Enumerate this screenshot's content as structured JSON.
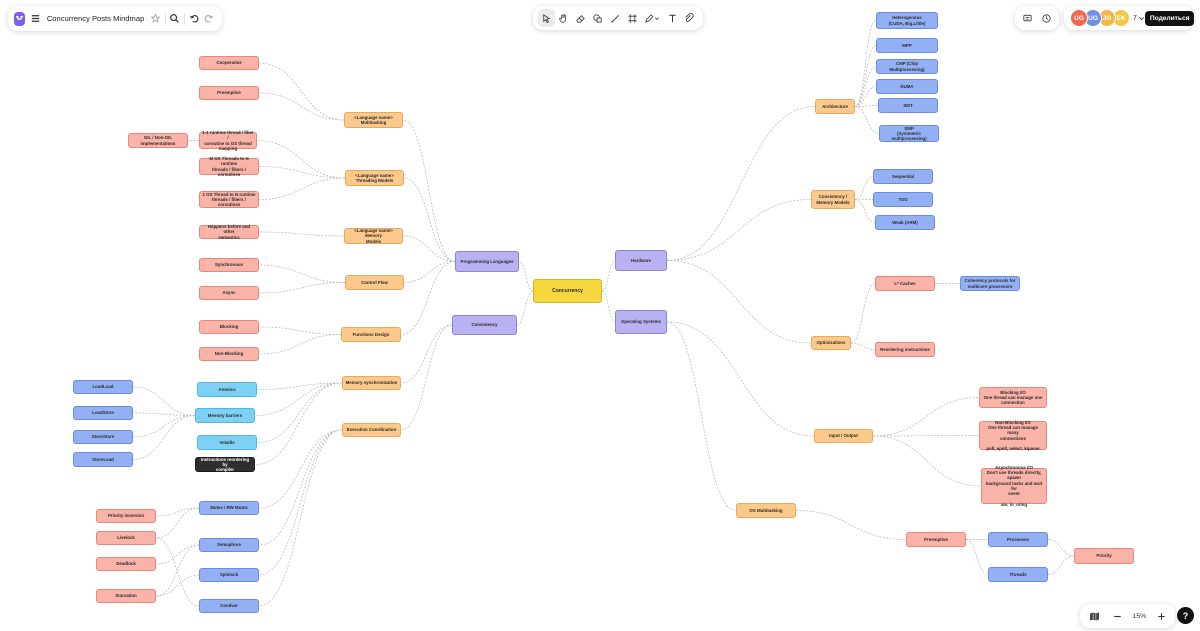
{
  "title": "Concurrency Posts Mindmap",
  "zoom": "15%",
  "share_label": "Поделиться",
  "collaborators": [
    {
      "initials": "UG",
      "color": "#ef6a4b"
    },
    {
      "initials": "UG",
      "color": "#6f8fe8"
    },
    {
      "initials": "JG",
      "color": "#f7b64a"
    },
    {
      "initials": "EK",
      "color": "#f2c744"
    }
  ],
  "collaborator_count": "7",
  "toolbar_icons": [
    "pointer-icon",
    "hand-icon",
    "eraser-icon",
    "shapes-icon",
    "line-icon",
    "frame-icon",
    "pen-icon",
    "text-icon",
    "sticker-icon"
  ],
  "colors": {
    "pink": "#f9b3a8",
    "orange": "#fcc98c",
    "purple": "#b8b2f3",
    "blue": "#93b0f4",
    "yellow": "#f7d740",
    "cyan": "#7fd1f4",
    "dark": "#2e2e2e",
    "edge": "#b5b5b5"
  },
  "nodes": [
    {
      "id": "concurrency",
      "label": "Concurrency",
      "style": "yellow"
    },
    {
      "id": "prog",
      "label": "Programming Languages",
      "style": "purple"
    },
    {
      "id": "consistency",
      "label": "Consistency",
      "style": "purple"
    },
    {
      "id": "hardware",
      "label": "Hardware",
      "style": "purple"
    },
    {
      "id": "os",
      "label": "Operating Systems",
      "style": "purple"
    },
    {
      "id": "multitasking",
      "label": "<Language name>\nMultitasking",
      "style": "orange"
    },
    {
      "id": "threading",
      "label": "<Language name>\nThreading Models",
      "style": "orange"
    },
    {
      "id": "memmodels",
      "label": "<Language name> Memory\nModels",
      "style": "orange"
    },
    {
      "id": "controlflow",
      "label": "Control Flow",
      "style": "orange"
    },
    {
      "id": "functions",
      "label": "Functions Design",
      "style": "orange"
    },
    {
      "id": "memsync",
      "label": "Memory synchronization",
      "style": "orange"
    },
    {
      "id": "execcoord",
      "label": "Execution Coordination",
      "style": "orange"
    },
    {
      "id": "cooperative",
      "label": "Cooperative",
      "style": "pink"
    },
    {
      "id": "preemptive",
      "label": "Preemptive",
      "style": "pink"
    },
    {
      "id": "gil",
      "label": "GIL / Non-GIL\nimplementations",
      "style": "pink"
    },
    {
      "id": "one2one",
      "label": "1-1 runtime thread / fiber /\ncoroutine to OS thread\nmapping",
      "style": "pink"
    },
    {
      "id": "mton",
      "label": "M OS Threads to N runtime\nthreads / fibers /\ncoroutines",
      "style": "pink"
    },
    {
      "id": "oneton",
      "label": "1 OS Thread to N runtime\nthreads / fibers /\ncoroutines",
      "style": "pink"
    },
    {
      "id": "happens",
      "label": "Happens before and other\nsemantics",
      "style": "pink"
    },
    {
      "id": "sync",
      "label": "Synchronous",
      "style": "pink"
    },
    {
      "id": "async",
      "label": "Async",
      "style": "pink"
    },
    {
      "id": "blocking",
      "label": "Blocking",
      "style": "pink"
    },
    {
      "id": "nonblocking",
      "label": "Non-Blocking",
      "style": "pink"
    },
    {
      "id": "atomics",
      "label": "Atomics",
      "style": "cyan"
    },
    {
      "id": "barriers",
      "label": "Memory barriers",
      "style": "cyan"
    },
    {
      "id": "volatile",
      "label": "Volatile",
      "style": "cyan"
    },
    {
      "id": "reorder",
      "label": "Instructions reordering by\ncompiler",
      "style": "dark"
    },
    {
      "id": "loadload",
      "label": "LoadLoad",
      "style": "blue"
    },
    {
      "id": "loadstore",
      "label": "LoadStore",
      "style": "blue"
    },
    {
      "id": "storestore",
      "label": "StoreStore",
      "style": "blue"
    },
    {
      "id": "storeload",
      "label": "StoreLoad",
      "style": "blue"
    },
    {
      "id": "mutex",
      "label": "Mutex / RW Mutex",
      "style": "blue"
    },
    {
      "id": "semaphore",
      "label": "Semaphore",
      "style": "blue"
    },
    {
      "id": "spinlock",
      "label": "Spinlock",
      "style": "blue"
    },
    {
      "id": "condvar",
      "label": "Condvar",
      "style": "blue"
    },
    {
      "id": "prioinv",
      "label": "Priority inversion",
      "style": "pink"
    },
    {
      "id": "livelock",
      "label": "Livelock",
      "style": "pink"
    },
    {
      "id": "deadlock",
      "label": "Deadlock",
      "style": "pink"
    },
    {
      "id": "starvation",
      "label": "Starvation",
      "style": "pink"
    },
    {
      "id": "architecture",
      "label": "Architecture",
      "style": "orange"
    },
    {
      "id": "hetero",
      "label": "Heterogenous\n(CUDA, Big.Little)",
      "style": "blue"
    },
    {
      "id": "mpp",
      "label": "MPP",
      "style": "blue"
    },
    {
      "id": "cmp",
      "label": "CMP (Chip\nMultiprocessing)",
      "style": "blue"
    },
    {
      "id": "numa",
      "label": "NUMA",
      "style": "blue"
    },
    {
      "id": "smt",
      "label": "SMT",
      "style": "blue"
    },
    {
      "id": "smp",
      "label": "SMP\n(Symmetric\nmultiprocessing)",
      "style": "blue"
    },
    {
      "id": "cmm",
      "label": "Consistency /\nMemory Models",
      "style": "orange"
    },
    {
      "id": "sequential",
      "label": "Sequential",
      "style": "blue"
    },
    {
      "id": "tso",
      "label": "TSO",
      "style": "blue"
    },
    {
      "id": "weak",
      "label": "Weak (ARM)",
      "style": "blue"
    },
    {
      "id": "optimizations",
      "label": "Optimizations",
      "style": "orange"
    },
    {
      "id": "caches",
      "label": "L* Caches",
      "style": "pink"
    },
    {
      "id": "coherency",
      "label": "Coherency protocols for\nmulticore processors",
      "style": "blue"
    },
    {
      "id": "reordering",
      "label": "Reordering instructions",
      "style": "pink"
    },
    {
      "id": "io",
      "label": "Input / Output",
      "style": "orange"
    },
    {
      "id": "blockingio",
      "label": "Blocking I/O\nOne thread can manage one\nconnection",
      "style": "pink"
    },
    {
      "id": "nonblockingio",
      "label": "Non-Blocking I/O\nOne thread can manage many\nconnections\n\npoll, epoll, select, kqueue",
      "style": "pink"
    },
    {
      "id": "asyncio",
      "label": "Asynchronous I/O\nDon't use threads directly, spawn\nbackground tasks and wait for\nevent\n\naio, io_uring",
      "style": "pink"
    },
    {
      "id": "osmulti",
      "label": "OS Multitasking",
      "style": "orange"
    },
    {
      "id": "ospreempt",
      "label": "Preemptive",
      "style": "pink"
    },
    {
      "id": "processes",
      "label": "Processes",
      "style": "blue"
    },
    {
      "id": "threads",
      "label": "Threads",
      "style": "blue"
    },
    {
      "id": "priority",
      "label": "Priority",
      "style": "pink"
    }
  ],
  "edges": [
    [
      "concurrency",
      "prog"
    ],
    [
      "concurrency",
      "consistency"
    ],
    [
      "concurrency",
      "hardware"
    ],
    [
      "concurrency",
      "os"
    ],
    [
      "prog",
      "multitasking"
    ],
    [
      "prog",
      "threading"
    ],
    [
      "prog",
      "memmodels"
    ],
    [
      "prog",
      "controlflow"
    ],
    [
      "prog",
      "functions"
    ],
    [
      "multitasking",
      "cooperative"
    ],
    [
      "multitasking",
      "preemptive"
    ],
    [
      "threading",
      "one2one"
    ],
    [
      "threading",
      "mton"
    ],
    [
      "threading",
      "oneton"
    ],
    [
      "one2one",
      "gil"
    ],
    [
      "memmodels",
      "happens"
    ],
    [
      "controlflow",
      "sync"
    ],
    [
      "controlflow",
      "async"
    ],
    [
      "functions",
      "blocking"
    ],
    [
      "functions",
      "nonblocking"
    ],
    [
      "consistency",
      "memsync"
    ],
    [
      "consistency",
      "execcoord"
    ],
    [
      "memsync",
      "atomics"
    ],
    [
      "memsync",
      "barriers"
    ],
    [
      "memsync",
      "volatile"
    ],
    [
      "memsync",
      "reorder"
    ],
    [
      "barriers",
      "loadload"
    ],
    [
      "barriers",
      "loadstore"
    ],
    [
      "barriers",
      "storestore"
    ],
    [
      "barriers",
      "storeload"
    ],
    [
      "execcoord",
      "mutex"
    ],
    [
      "execcoord",
      "semaphore"
    ],
    [
      "execcoord",
      "spinlock"
    ],
    [
      "execcoord",
      "condvar"
    ],
    [
      "mutex",
      "prioinv"
    ],
    [
      "mutex",
      "livelock"
    ],
    [
      "semaphore",
      "deadlock"
    ],
    [
      "semaphore",
      "starvation"
    ],
    [
      "spinlock",
      "starvation"
    ],
    [
      "condvar",
      "livelock"
    ],
    [
      "hardware",
      "architecture"
    ],
    [
      "hardware",
      "cmm"
    ],
    [
      "hardware",
      "optimizations"
    ],
    [
      "architecture",
      "hetero"
    ],
    [
      "architecture",
      "mpp"
    ],
    [
      "architecture",
      "cmp"
    ],
    [
      "architecture",
      "numa"
    ],
    [
      "architecture",
      "smt"
    ],
    [
      "architecture",
      "smp"
    ],
    [
      "cmm",
      "sequential"
    ],
    [
      "cmm",
      "tso"
    ],
    [
      "cmm",
      "weak"
    ],
    [
      "optimizations",
      "caches"
    ],
    [
      "optimizations",
      "reordering"
    ],
    [
      "caches",
      "coherency"
    ],
    [
      "os",
      "io"
    ],
    [
      "os",
      "osmulti"
    ],
    [
      "io",
      "blockingio"
    ],
    [
      "io",
      "nonblockingio"
    ],
    [
      "io",
      "asyncio"
    ],
    [
      "osmulti",
      "ospreempt"
    ],
    [
      "ospreempt",
      "processes"
    ],
    [
      "ospreempt",
      "threads"
    ],
    [
      "processes",
      "priority"
    ],
    [
      "threads",
      "priority"
    ]
  ]
}
